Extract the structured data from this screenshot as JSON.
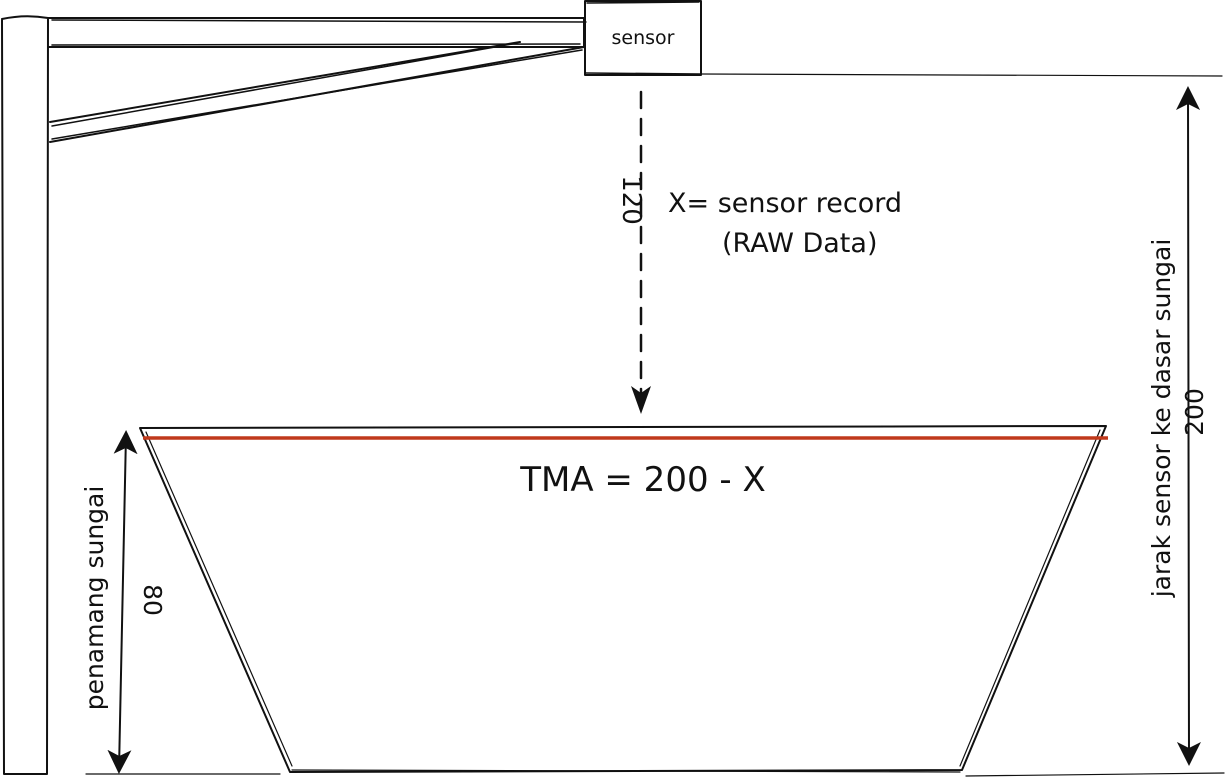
{
  "sensor": {
    "label": "sensor"
  },
  "measurement": {
    "sensor_to_water_value": "120",
    "sensor_to_bed_value": "200",
    "sensor_to_bed_label": "jarak sensor ke dasar sungai",
    "cross_section_value": "80",
    "cross_section_label": "penamang sungai"
  },
  "annotations": {
    "raw_line1": "X= sensor record",
    "raw_line2": "(RAW Data)",
    "formula": "TMA = 200 - X"
  },
  "colors": {
    "ink": "#111111",
    "water_line": "#c0391b"
  }
}
